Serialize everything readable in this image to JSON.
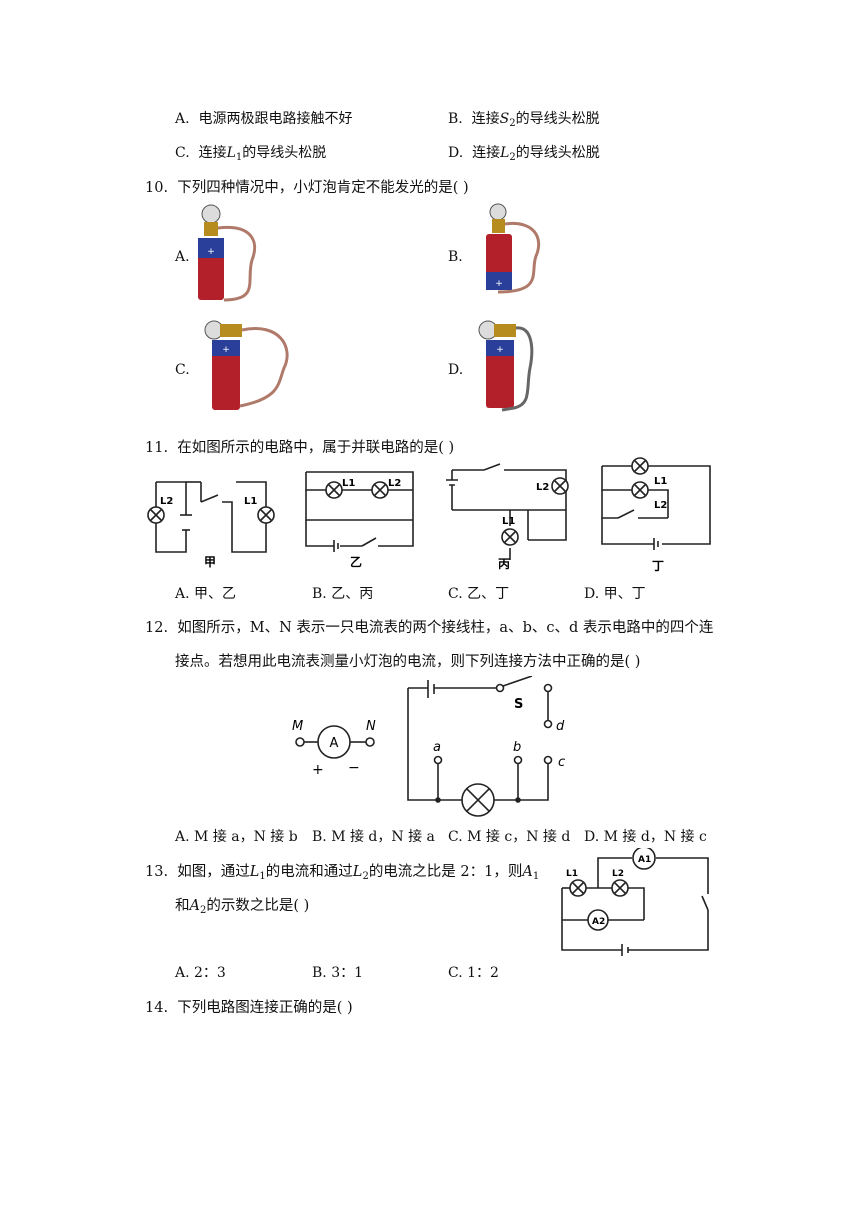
{
  "q9": {
    "options": [
      {
        "letter": "A.",
        "text": "电源两极跟电路接触不好"
      },
      {
        "letter": "B.",
        "pre": "连接",
        "var": "S",
        "sub": "2",
        "post": "的导线头松脱"
      },
      {
        "letter": "C.",
        "pre": "连接",
        "var": "L",
        "sub": "1",
        "post": "的导线头松脱"
      },
      {
        "letter": "D.",
        "pre": "连接",
        "var": "L",
        "sub": "2",
        "post": "的导线头松脱"
      }
    ]
  },
  "q10": {
    "number": "10.",
    "stem": "下列四种情况中，小灯泡肯定不能发光的是(    )",
    "labels": [
      "A.",
      "B.",
      "C.",
      "D."
    ]
  },
  "q11": {
    "number": "11.",
    "stem": "在如图所示的电路中，属于并联电路的是(    )",
    "figures": [
      "甲",
      "乙",
      "丙",
      "丁"
    ],
    "lamp_labels": {
      "L1": "L1",
      "L2": "L2"
    },
    "options": [
      "A.  甲、乙",
      "B.  乙、丙",
      "C.  乙、丁",
      "D.  甲、丁"
    ]
  },
  "q12": {
    "number": "12.",
    "stem_1": "如图所示，M、N 表示一只电流表的两个接线柱，a、b、c、d 表示电路中的四个连",
    "stem_2": "接点。若想用此电流表测量小灯泡的电流，则下列连接方法中正确的是(    )",
    "meter": {
      "left": "M",
      "right": "N",
      "symbol": "A",
      "plus": "+",
      "minus": "−"
    },
    "switch_label": "S",
    "points": {
      "a": "a",
      "b": "b",
      "c": "c",
      "d": "d"
    },
    "options": [
      "A. M 接 a，N 接 b",
      "B. M 接 d，N 接 a",
      "C. M 接 c，N 接 d",
      "D. M 接 d，N 接 c"
    ]
  },
  "q13": {
    "number": "13.",
    "stem_pre": "如图，通过",
    "stem_mid": "的电流和通过",
    "stem_post": "的电流之比是 2：1，则",
    "stem_line2_pre": "和",
    "stem_line2_post": "的示数之比是(    )",
    "fig_labels": {
      "L1": "L1",
      "L2": "L2",
      "A1": "A1",
      "A2": "A2"
    },
    "options": [
      "A. 2：3",
      "B. 3：1",
      "C. 1：2"
    ]
  },
  "q14": {
    "number": "14.",
    "stem": "下列电路图连接正确的是(    )"
  }
}
